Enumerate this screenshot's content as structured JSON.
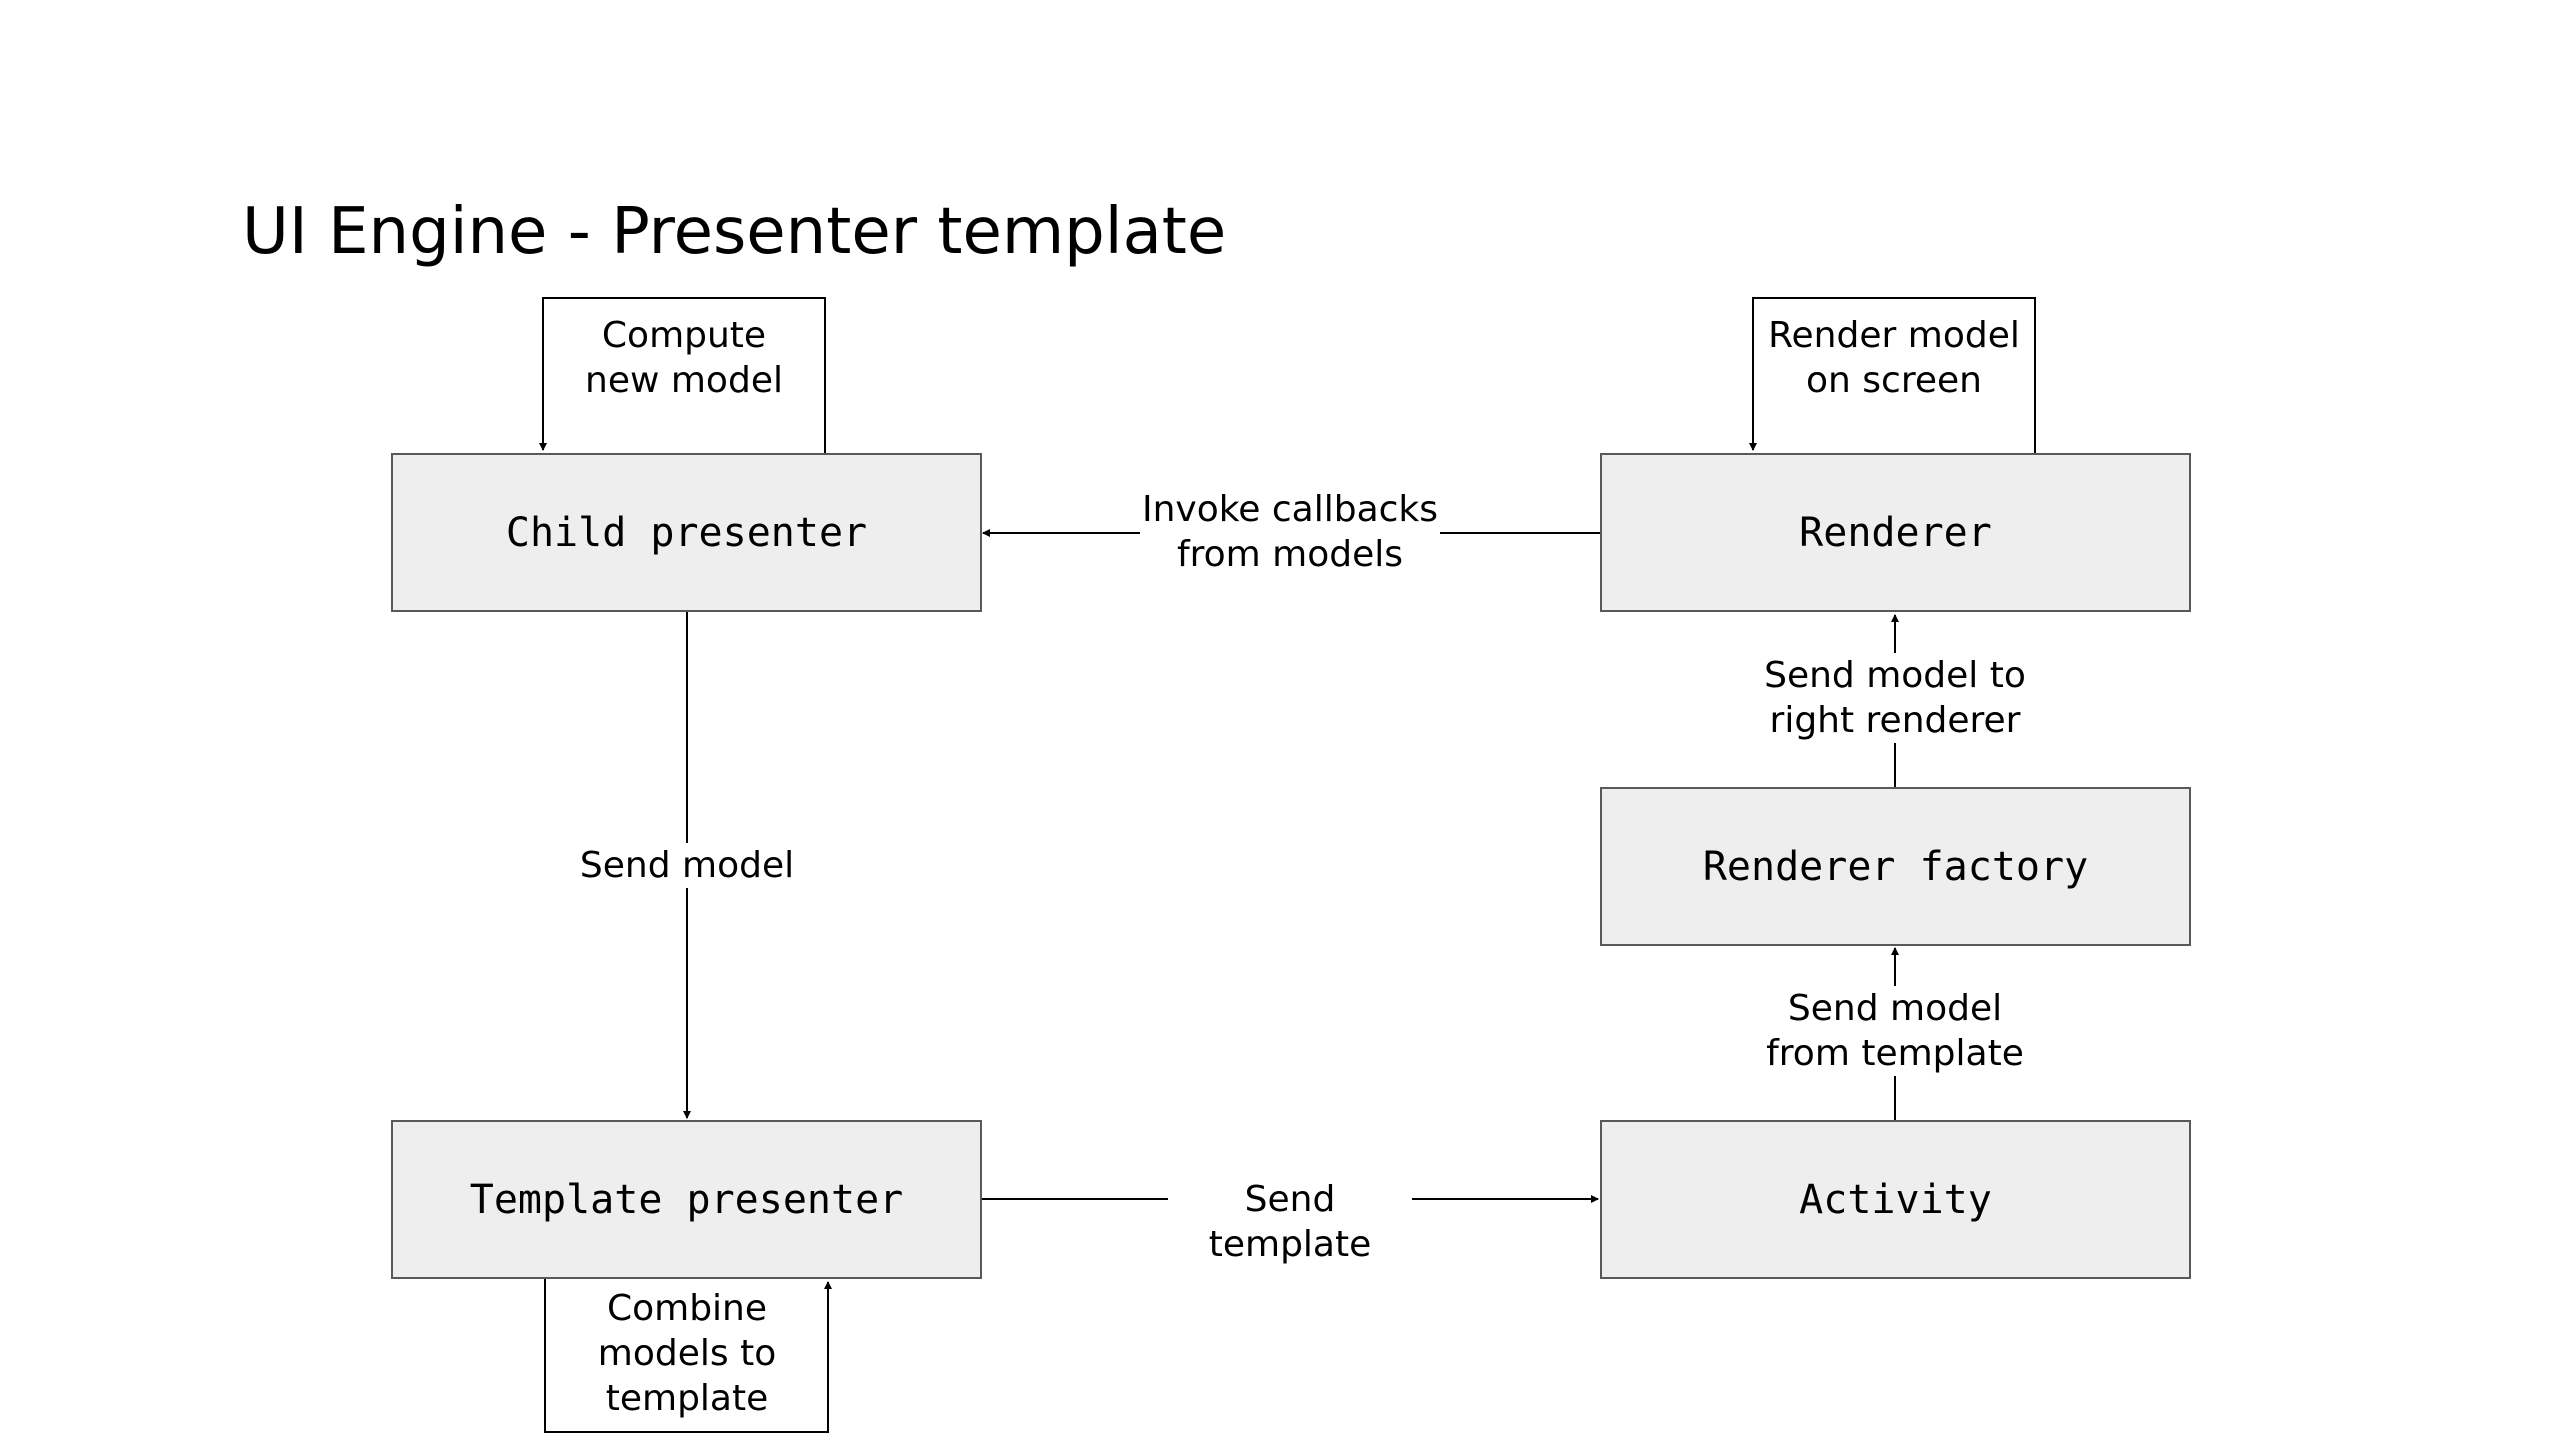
{
  "title": "UI Engine - Presenter template",
  "nodes": {
    "child_presenter": "Child presenter",
    "renderer": "Renderer",
    "renderer_factory": "Renderer factory",
    "template_presenter": "Template presenter",
    "activity": "Activity"
  },
  "edges": {
    "compute_new_model": "Compute\nnew model",
    "render_model_on_screen": "Render model\non screen",
    "invoke_callbacks": "Invoke callbacks\nfrom models",
    "send_model_to_right_renderer": "Send model to\nright renderer",
    "send_model": "Send model",
    "send_model_from_template": "Send model\nfrom template",
    "send_template": "Send template",
    "combine_models": "Combine\nmodels to\ntemplate"
  },
  "colors": {
    "node_fill": "#eeeeee",
    "node_border": "#595959",
    "line": "#000000"
  }
}
